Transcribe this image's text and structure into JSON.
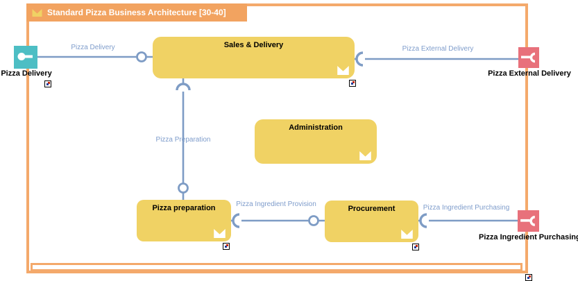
{
  "title": {
    "text": "Standard Pizza Business Architecture [30-40]"
  },
  "boxes": {
    "sales": {
      "label": "Sales & Delivery"
    },
    "administration": {
      "label": "Administration"
    },
    "preparation": {
      "label": "Pizza preparation"
    },
    "procurement": {
      "label": "Procurement"
    }
  },
  "interfaces": {
    "delivery": {
      "label": "Pizza Delivery",
      "type": "provided"
    },
    "external": {
      "label": "Pizza External Delivery",
      "type": "required"
    },
    "purchasing": {
      "label": "Pizza Ingredient Purchasing",
      "type": "required"
    }
  },
  "connections": {
    "delivery": {
      "label": "Pizza Delivery"
    },
    "external": {
      "label": "Pizza External Delivery"
    },
    "preparation": {
      "label": "Pizza Preparation"
    },
    "provision": {
      "label": "Pizza Ingredient Provision"
    },
    "purchasing": {
      "label": "Pizza Ingredient Purchasing"
    }
  },
  "colors": {
    "accent_orange": "#F2A360",
    "frame_orange": "#F4A96B",
    "box_yellow": "#F0D264",
    "interface_teal": "#4DBEC4",
    "interface_red": "#E8717B",
    "connector_blue": "#7E9CC5",
    "label_blue": "#7E9CCB"
  }
}
